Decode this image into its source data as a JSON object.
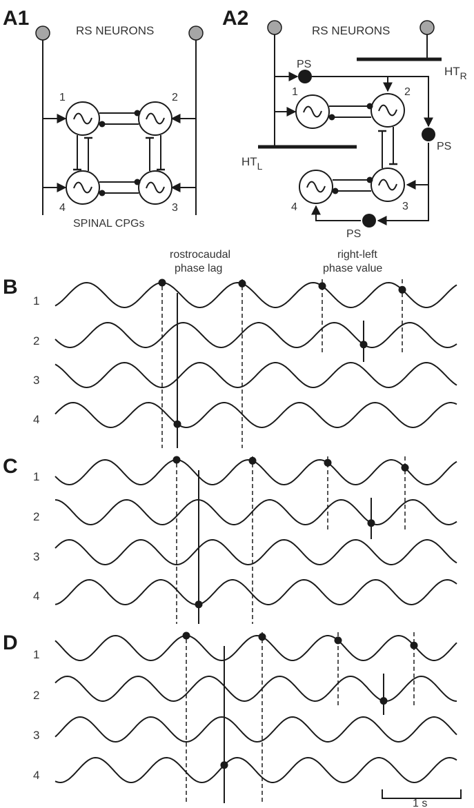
{
  "panels": {
    "a1": "A1",
    "a2": "A2",
    "b": "B",
    "c": "C",
    "d": "D"
  },
  "a1": {
    "title": "RS NEURONS",
    "footer": "SPINAL CPGs",
    "nodes": [
      "1",
      "2",
      "4",
      "3"
    ]
  },
  "a2": {
    "title": "RS NEURONS",
    "nodes": [
      "1",
      "2",
      "4",
      "3"
    ],
    "ps": "PS",
    "ht_left": "HT",
    "ht_left_sub": "L",
    "ht_right": "HT",
    "ht_right_sub": "R"
  },
  "annotations": {
    "rostro_line1": "rostrocaudal",
    "rostro_line2": "phase lag",
    "rl_line1": "right-left",
    "rl_line2": "phase value"
  },
  "traces": {
    "labels": [
      "1",
      "2",
      "3",
      "4"
    ]
  },
  "scalebar": {
    "label": "1 s",
    "seconds": 1
  },
  "colors": {
    "ink": "#1a1a1a",
    "node_fill": "#a6a6a6",
    "text": "#333333"
  },
  "chart_data": {
    "type": "line",
    "panels": [
      {
        "name": "B",
        "period_s": 0.96,
        "series": [
          "1",
          "2",
          "3",
          "4"
        ]
      },
      {
        "name": "C",
        "period_s": 0.91,
        "series": [
          "1",
          "2",
          "3",
          "4"
        ]
      },
      {
        "name": "D",
        "period_s": 0.9,
        "series": [
          "1",
          "2",
          "3",
          "4"
        ]
      }
    ]
  }
}
